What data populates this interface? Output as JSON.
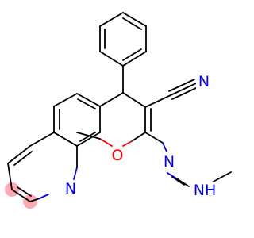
{
  "atoms": {
    "ring_nitrogen": "N",
    "pyran_oxygen": "O",
    "nitrile_nitrogen": "N",
    "imine_nitrogen": "N",
    "amine_group": "NH"
  },
  "colors": {
    "bond": "#000000",
    "nitrogen": "#0000ff",
    "oxygen": "#ff0000",
    "highlight": "#ff9aa2",
    "background": "#ffffff"
  }
}
